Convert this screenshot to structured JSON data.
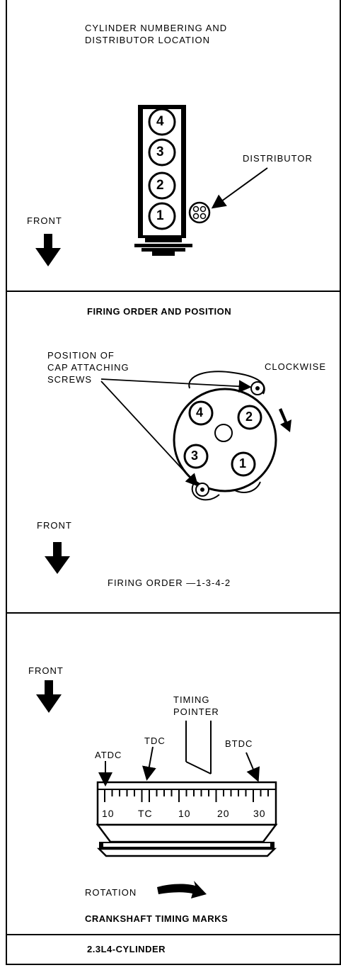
{
  "panel1": {
    "title_line1": "CYLINDER NUMBERING AND",
    "title_line2": "DISTRIBUTOR LOCATION",
    "distributor_label": "DISTRIBUTOR",
    "front_label": "FRONT",
    "cylinders": [
      "4",
      "3",
      "2",
      "1"
    ]
  },
  "panel2": {
    "title": "FIRING ORDER AND POSITION",
    "screws_label_line1": "POSITION OF",
    "screws_label_line2": "CAP ATTACHING",
    "screws_label_line3": "SCREWS",
    "clockwise_label": "CLOCKWISE",
    "front_label": "FRONT",
    "firing_order": "FIRING ORDER —1-3-4-2",
    "cap_numbers": [
      "4",
      "2",
      "3",
      "1"
    ]
  },
  "panel3": {
    "front_label": "FRONT",
    "timing_pointer_line1": "TIMING",
    "timing_pointer_line2": "POINTER",
    "atdc": "ATDC",
    "tdc": "TDC",
    "btdc": "BTDC",
    "scale": [
      "10",
      "TC",
      "10",
      "20",
      "30"
    ],
    "rotation_label": "ROTATION",
    "caption": "CRANKSHAFT TIMING MARKS"
  },
  "footer": {
    "label": "2.3L4-CYLINDER"
  }
}
